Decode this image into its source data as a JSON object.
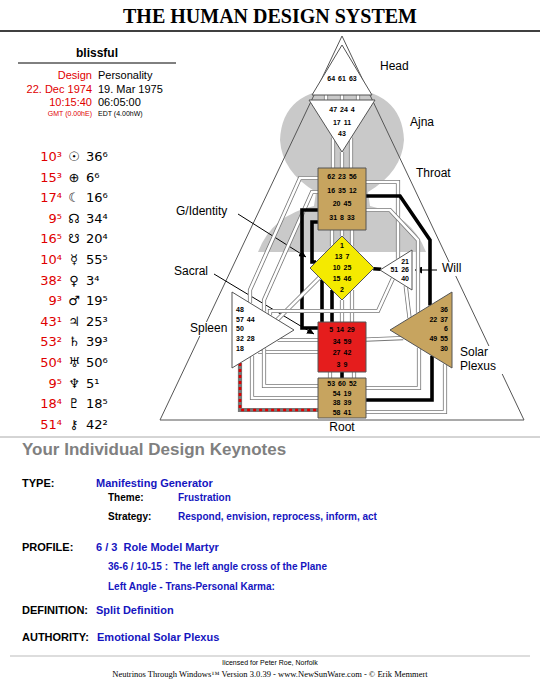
{
  "diagram": {
    "title": "THE HUMAN DESIGN SYSTEM",
    "nodes": [
      {
        "text": [
          "64",
          "61",
          "63"
        ]
      },
      {
        "text": [
          "47",
          "24",
          "4",
          "17",
          "11",
          "43"
        ]
      },
      {
        "text": [
          "62",
          "23",
          "56",
          "16",
          "35",
          "12",
          "20",
          "45",
          "31",
          "8",
          "33"
        ]
      },
      {
        "text": [
          "1",
          "13",
          "7",
          "10",
          "25",
          "15",
          "46",
          "2"
        ]
      },
      {
        "text": [
          "21",
          "51",
          "26",
          "40"
        ]
      },
      {
        "text": [
          "48",
          "57",
          "44",
          "50",
          "32",
          "28",
          "18"
        ]
      },
      {
        "text": [
          "5",
          "14",
          "29",
          "34",
          "59",
          "27",
          "42",
          "3",
          "9"
        ]
      },
      {
        "text": [
          "36",
          "22",
          "37",
          "6",
          "49",
          "55",
          "30"
        ]
      },
      {
        "text": [
          "53",
          "60",
          "52",
          "54",
          "19",
          "38",
          "39",
          "58",
          "41"
        ]
      }
    ],
    "edges": [
      {
        "from": 0,
        "to": 1,
        "arrow": "none"
      },
      {
        "from": 0,
        "to": 1,
        "arrow": "none"
      },
      {
        "from": 0,
        "to": 1,
        "arrow": "none"
      },
      {
        "from": 1,
        "to": 2,
        "arrow": "none"
      },
      {
        "from": 1,
        "to": 2,
        "arrow": "none"
      },
      {
        "from": 1,
        "to": 2,
        "arrow": "none"
      },
      {
        "from": 2,
        "to": 3,
        "arrow": "none"
      },
      {
        "from": 2,
        "to": 3,
        "arrow": "none"
      },
      {
        "from": 2,
        "to": 3,
        "arrow": "none"
      },
      {
        "from": 2,
        "to": 3,
        "arrow": "none"
      },
      {
        "from": 2,
        "to": 4,
        "arrow": "none"
      },
      {
        "from": 2,
        "to": 5,
        "arrow": "none"
      },
      {
        "from": 2,
        "to": 5,
        "arrow": "none"
      },
      {
        "from": 2,
        "to": 6,
        "arrow": "none"
      },
      {
        "from": 2,
        "to": 7,
        "arrow": "none"
      },
      {
        "from": 2,
        "to": 7,
        "arrow": "none"
      },
      {
        "from": 3,
        "to": 4,
        "arrow": "none"
      },
      {
        "from": 3,
        "to": 6,
        "arrow": "none"
      },
      {
        "from": 3,
        "to": 6,
        "arrow": "none"
      },
      {
        "from": 3,
        "to": 6,
        "arrow": "none"
      },
      {
        "from": 3,
        "to": 5,
        "arrow": "none"
      },
      {
        "from": 3,
        "to": 6,
        "arrow": "none"
      },
      {
        "from": 4,
        "to": 5,
        "arrow": "none"
      },
      {
        "from": 4,
        "to": 7,
        "arrow": "none"
      },
      {
        "from": 5,
        "to": 6,
        "arrow": "none"
      },
      {
        "from": 5,
        "to": 6,
        "arrow": "none"
      },
      {
        "from": 5,
        "to": 8,
        "arrow": "none"
      },
      {
        "from": 5,
        "to": 8,
        "arrow": "none"
      },
      {
        "from": 5,
        "to": 8,
        "arrow": "none"
      },
      {
        "from": 6,
        "to": 7,
        "arrow": "none"
      },
      {
        "from": 6,
        "to": 8,
        "arrow": "none"
      },
      {
        "from": 6,
        "to": 8,
        "arrow": "none"
      },
      {
        "from": 6,
        "to": 8,
        "arrow": "none"
      },
      {
        "from": 7,
        "to": 8,
        "arrow": "none"
      },
      {
        "from": 7,
        "to": 8,
        "arrow": "none"
      },
      {
        "from": 7,
        "to": 8,
        "arrow": "none"
      }
    ],
    "labels": [
      "blissful",
      "Design",
      "Personality",
      "22. Dec 1974",
      "19. Mar 1975",
      "10:15:40",
      "06:05:00",
      "GMT (0.00hE)",
      "EDT (4.00hW)",
      "10³",
      "☉",
      "36⁶",
      "15³",
      "⊕",
      "6⁶",
      "17⁴",
      "☾",
      "16⁶",
      "9⁵",
      "☊",
      "34⁴",
      "16⁵",
      "☋",
      "20⁴",
      "10⁴",
      "☿",
      "55⁵",
      "38²",
      "♀",
      "3⁴",
      "9³",
      "♂",
      "19⁵",
      "43¹",
      "♃",
      "25³",
      "53²",
      "♄",
      "39³",
      "50⁴",
      "♅",
      "50⁶",
      "9⁵",
      "♆",
      "5¹",
      "18⁴",
      "♇",
      "18⁵",
      "51⁴",
      "⚷",
      "42²",
      "Head",
      "Ajna",
      "Throat",
      "G/Identity",
      "Will",
      "Sacral",
      "Spleen",
      "Solar Plexus",
      "Root",
      "Your Individual Design Keynotes",
      "TYPE:",
      "Manifesting Generator",
      "Theme:",
      "Frustration",
      "Strategy:",
      "Respond, envision, reprocess, inform, act",
      "PROFILE:",
      "6 / 3  Role Model Martyr",
      "36-6 / 10-15 :  The left angle cross of the Plane",
      "Left Angle - Trans-Personal Karma:",
      "DEFINITION:",
      "Split Definition",
      "AUTHORITY:",
      "Emotional Solar Plexus",
      "licensed for Peter Roe, Norfolk",
      "Neutrinos Through Windows™ Version 3.0.39 - www.NewSunWare.com - © Erik Memmert"
    ]
  }
}
